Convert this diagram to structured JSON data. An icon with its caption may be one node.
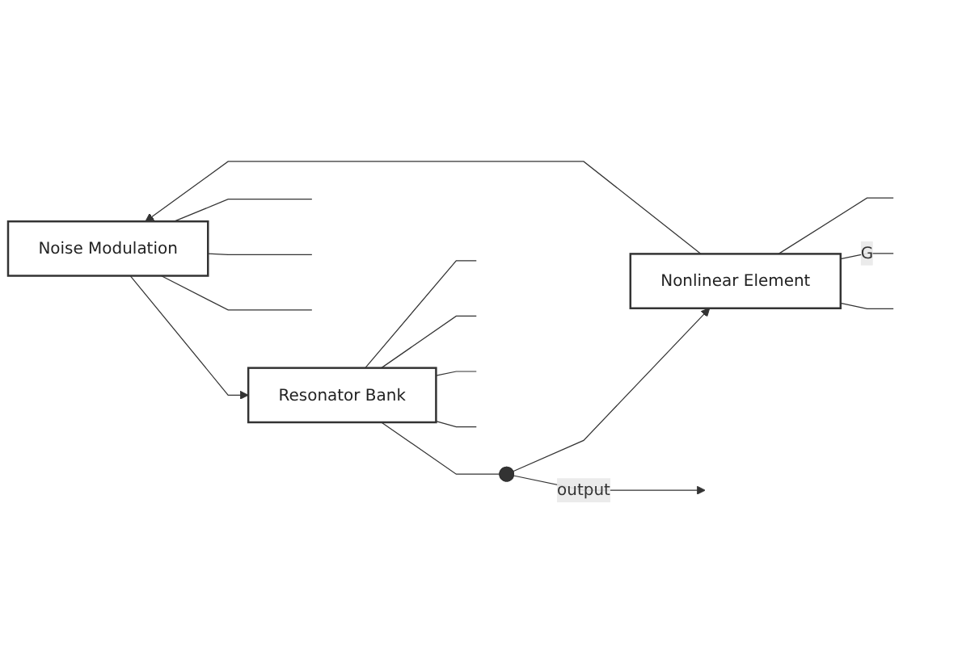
{
  "diagram": {
    "nodes": [
      {
        "text": [
          "Noise Modulation"
        ]
      },
      {
        "text": [
          "Resonator Bank"
        ]
      },
      {
        "text": [
          "Nonlinear Element"
        ]
      },
      {
        "text": [],
        "shape": "circle"
      }
    ],
    "edges": [
      {
        "from": 2,
        "to": 0,
        "arrow": "to"
      },
      {
        "from": 0,
        "to": 1,
        "arrow": "to"
      },
      {
        "from": 1,
        "to": 3,
        "arrow": "none"
      },
      {
        "from": 3,
        "to": 2,
        "arrow": "to"
      },
      {
        "from": 3,
        "to": null,
        "arrow": "to",
        "label": "output"
      },
      {
        "from": 0,
        "to": null,
        "arrow": "none"
      },
      {
        "from": 0,
        "to": null,
        "arrow": "none"
      },
      {
        "from": 0,
        "to": null,
        "arrow": "none"
      },
      {
        "from": 1,
        "to": null,
        "arrow": "none"
      },
      {
        "from": 1,
        "to": null,
        "arrow": "none"
      },
      {
        "from": 1,
        "to": null,
        "arrow": "none"
      },
      {
        "from": 1,
        "to": null,
        "arrow": "none"
      },
      {
        "from": 2,
        "to": null,
        "arrow": "none"
      },
      {
        "from": 2,
        "to": null,
        "arrow": "none",
        "label": "G"
      },
      {
        "from": 2,
        "to": null,
        "arrow": "none"
      }
    ]
  }
}
